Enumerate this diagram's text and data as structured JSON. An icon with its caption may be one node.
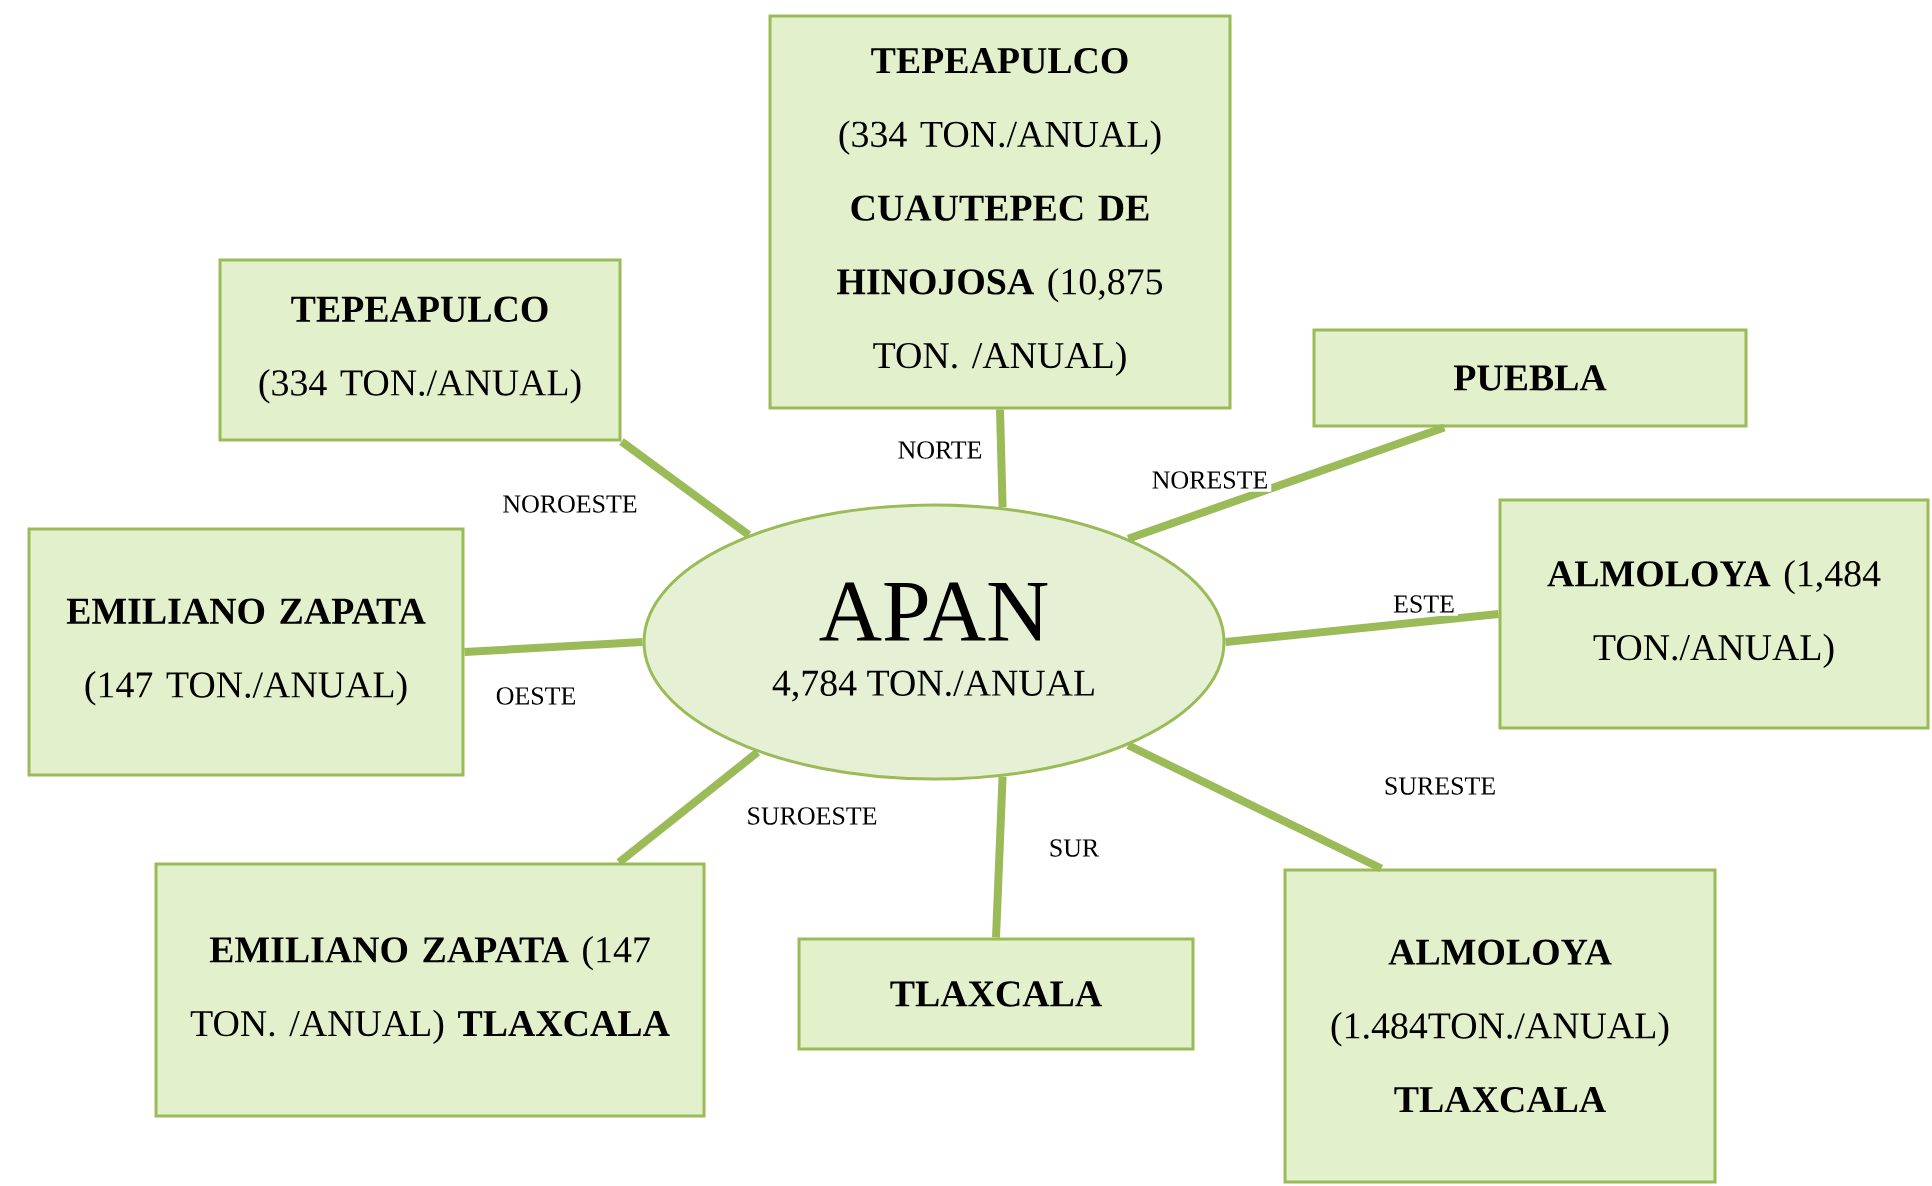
{
  "diagram": {
    "nodes": [
      {
        "text": [
          "APAN",
          "4,784 TON./ANUAL"
        ]
      },
      {
        "text": [
          "**TEPEAPULCO** (334 TON./ANUAL) **CUAUTEPEC DE HINOJOSA** (10,875 TON. /ANUAL)"
        ]
      },
      {
        "text": [
          "**TEPEAPULCO** (334 TON./ANUAL)"
        ]
      },
      {
        "text": [
          "PUEBLA"
        ]
      },
      {
        "text": [
          "**EMILIANO ZAPATA** (147 TON./ANUAL)"
        ]
      },
      {
        "text": [
          "**ALMOLOYA** (1,484 TON./ANUAL)"
        ]
      },
      {
        "text": [
          "**EMILIANO ZAPATA** (147 TON. /ANUAL) **TLAXCALA**"
        ]
      },
      {
        "text": [
          "TLAXCALA"
        ]
      },
      {
        "text": [
          "**ALMOLOYA** (1.484TON./ANUAL) **TLAXCALA**"
        ]
      }
    ],
    "edges": [
      {
        "from": 0,
        "to": 1,
        "arrow": "none",
        "label": "NORTE"
      },
      {
        "from": 0,
        "to": 2,
        "arrow": "none",
        "label": "NOROESTE"
      },
      {
        "from": 0,
        "to": 3,
        "arrow": "none",
        "label": "NORESTE"
      },
      {
        "from": 0,
        "to": 4,
        "arrow": "none",
        "label": "OESTE"
      },
      {
        "from": 0,
        "to": 5,
        "arrow": "none",
        "label": "ESTE"
      },
      {
        "from": 0,
        "to": 6,
        "arrow": "none",
        "label": "SUROESTE"
      },
      {
        "from": 0,
        "to": 7,
        "arrow": "none",
        "label": "SUR"
      },
      {
        "from": 0,
        "to": 8,
        "arrow": "none",
        "label": "SURESTE"
      }
    ]
  }
}
